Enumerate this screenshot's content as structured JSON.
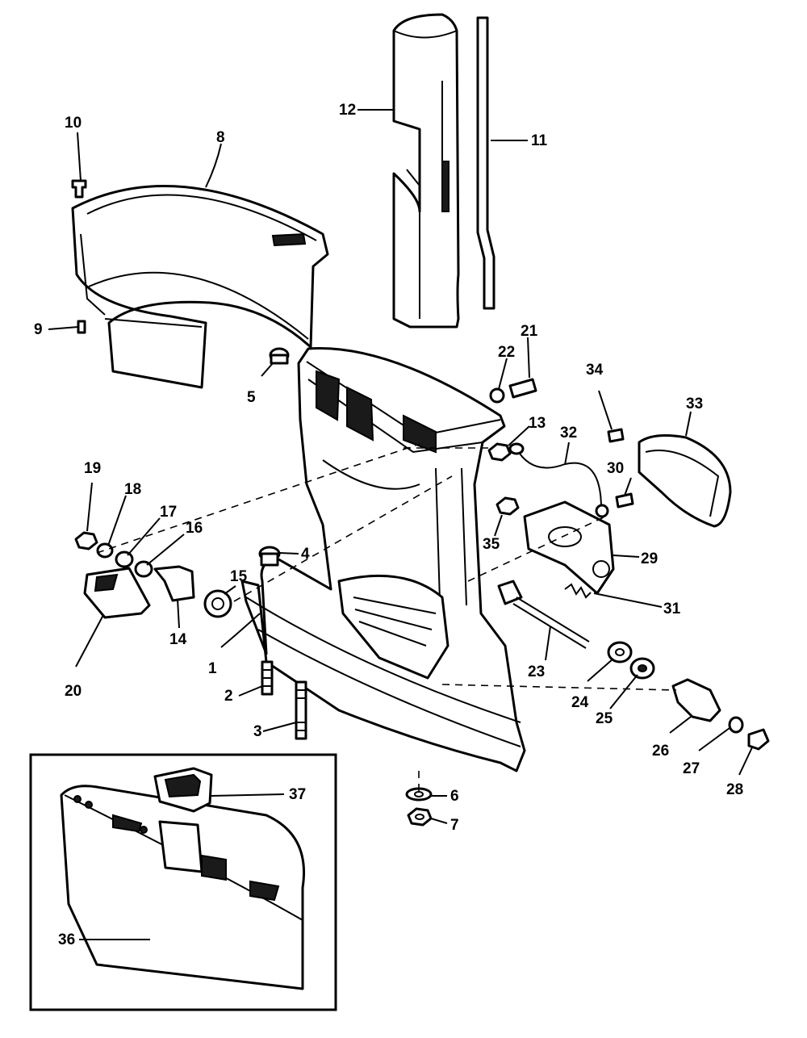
{
  "labels": {
    "p1": "1",
    "p2": "2",
    "p3": "3",
    "p4": "4",
    "p5": "5",
    "p6": "6",
    "p7": "7",
    "p8": "8",
    "p9": "9",
    "p10": "10",
    "p11": "11",
    "p12": "12",
    "p13": "13",
    "p14": "14",
    "p15": "15",
    "p16": "16",
    "p17": "17",
    "p18": "18",
    "p19": "19",
    "p20": "20",
    "p21": "21",
    "p22": "22",
    "p23": "23",
    "p24": "24",
    "p25": "25",
    "p26": "26",
    "p27": "27",
    "p28": "28",
    "p29": "29",
    "p30": "30",
    "p31": "31",
    "p32": "32",
    "p33": "33",
    "p34": "34",
    "p35": "35",
    "p36": "36",
    "p37": "37"
  }
}
